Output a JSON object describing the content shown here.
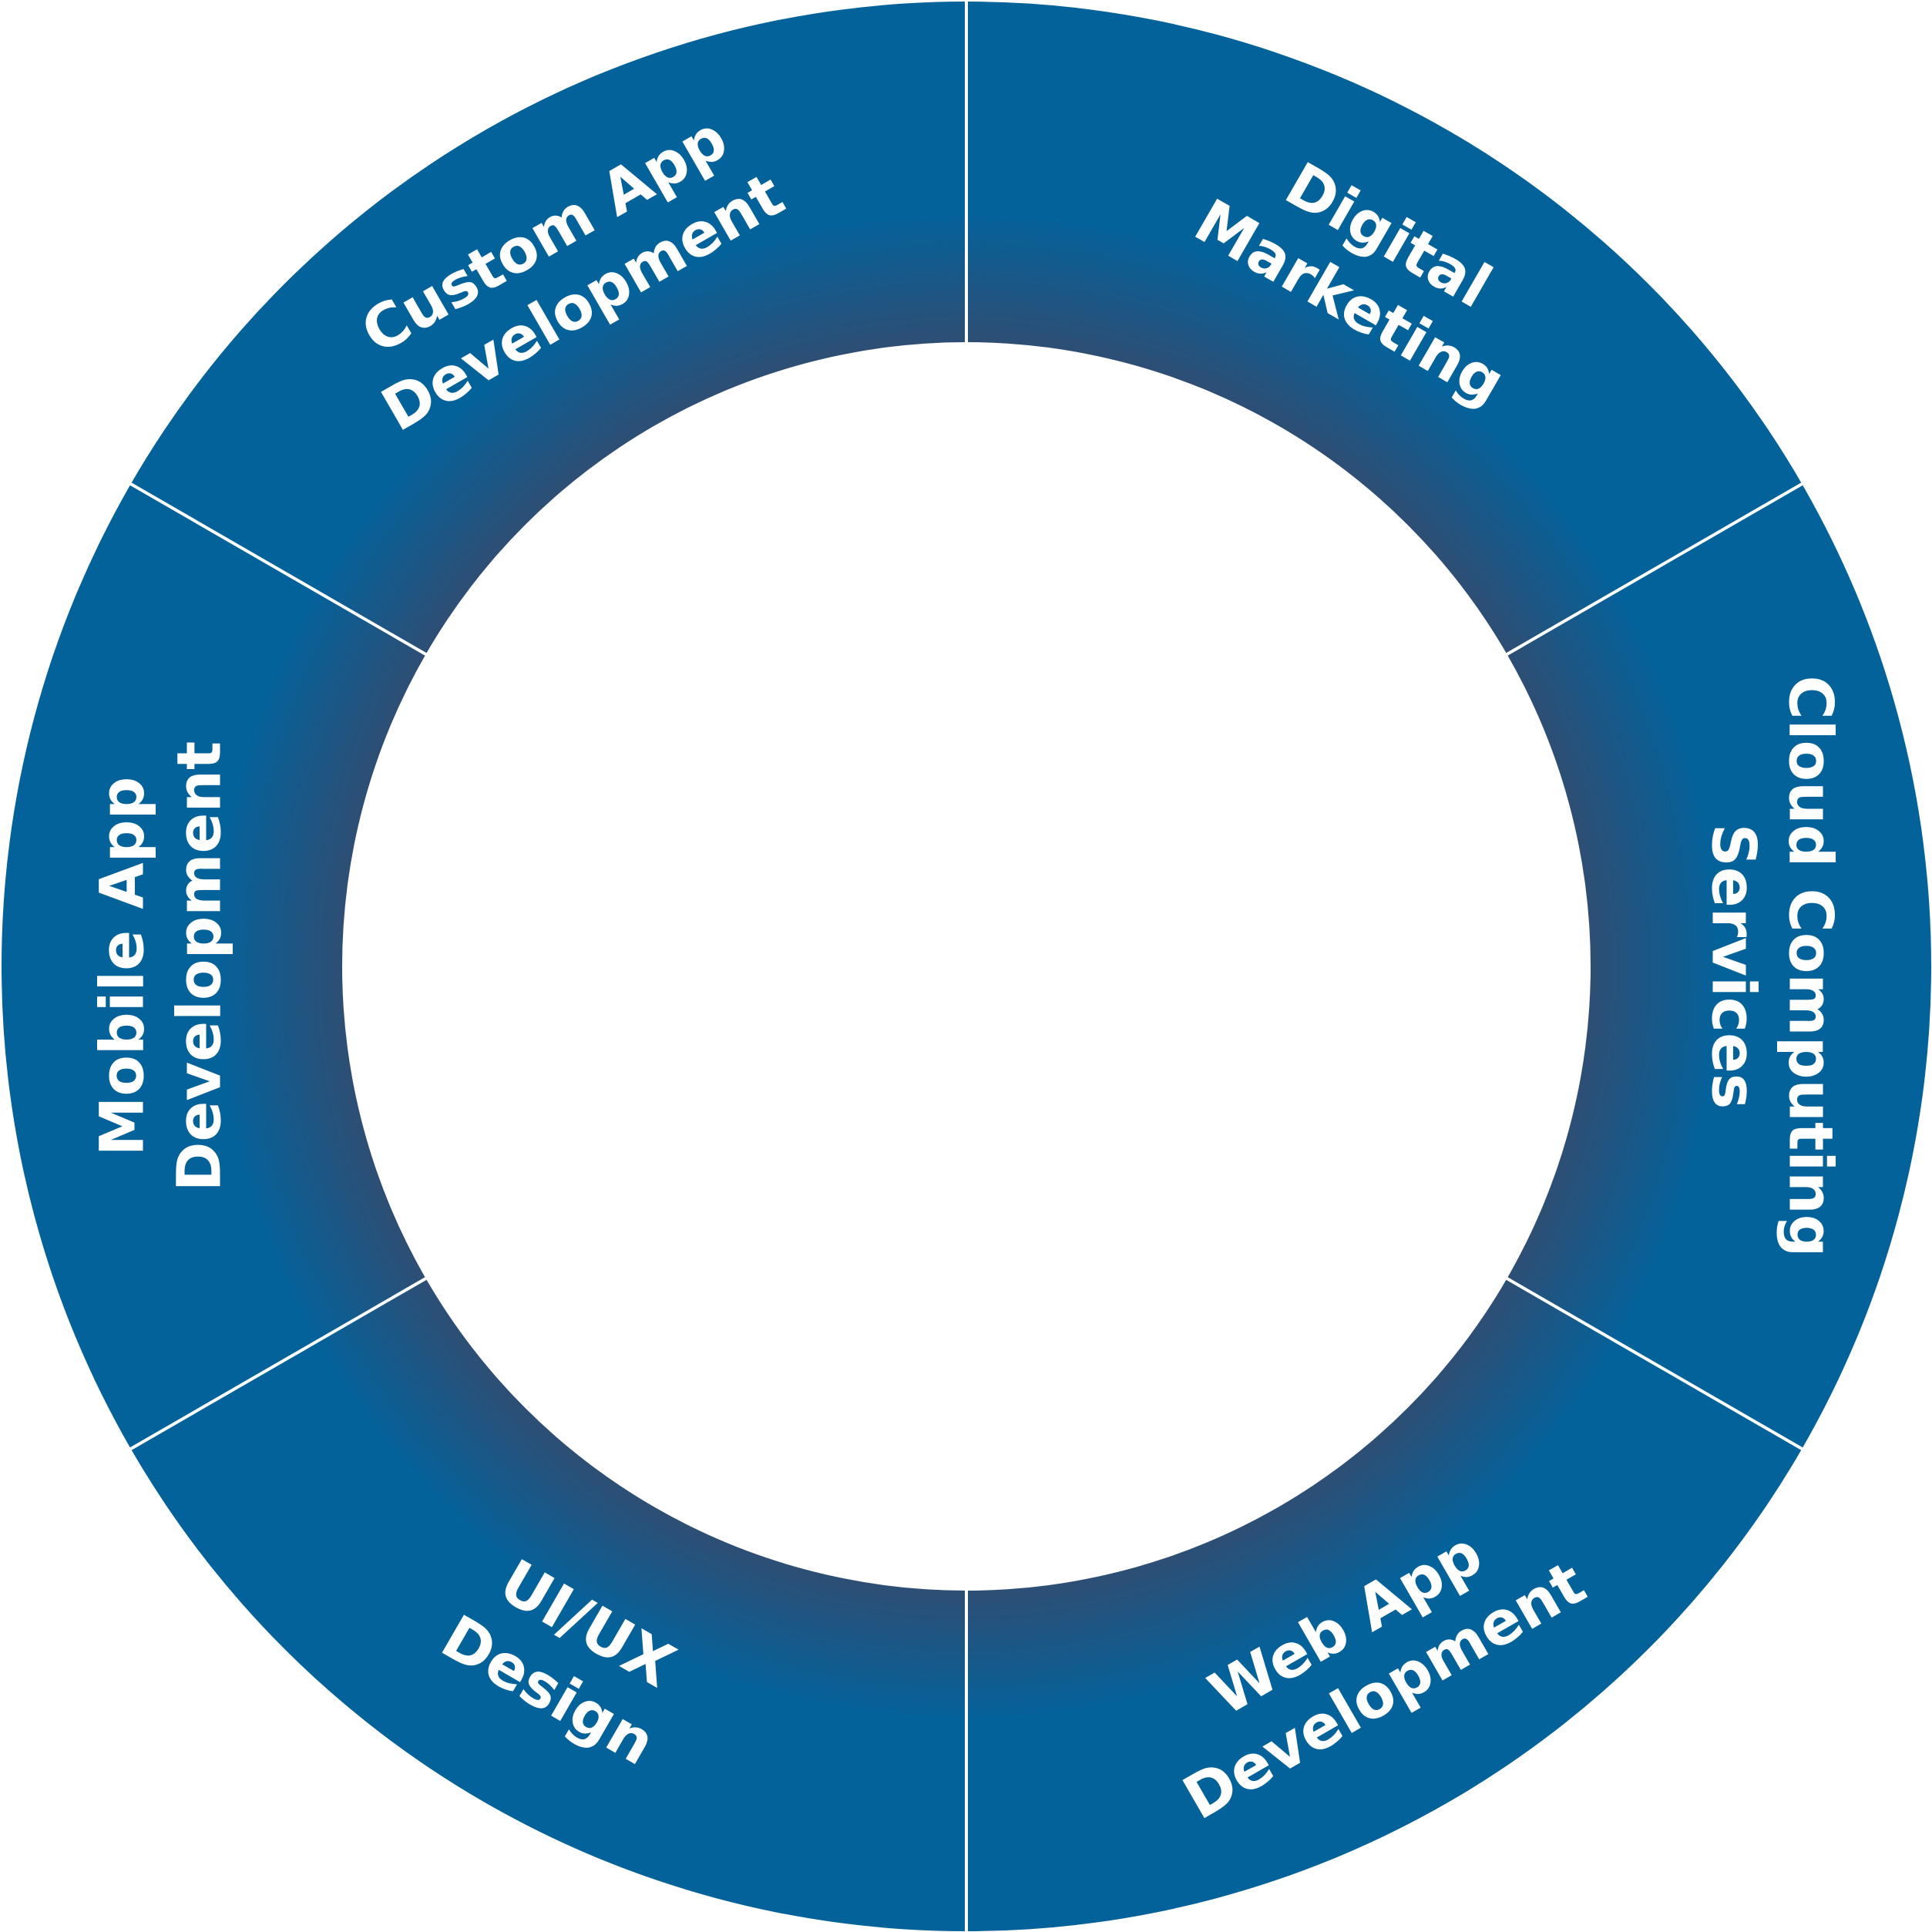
{
  "diagram": {
    "type": "ring",
    "colors": {
      "segment": "#04629B",
      "inner_shadow": "#2E4E74",
      "divider": "#FFFFFF",
      "label": "#FFFFFF",
      "background": "#FFFFFF"
    },
    "segments": [
      {
        "id": "mobile",
        "line1": "Mobile App",
        "line2": "Development"
      },
      {
        "id": "custom",
        "line1": "Custom App",
        "line2": "Development"
      },
      {
        "id": "digital",
        "line1": "Digital",
        "line2": "Marketing"
      },
      {
        "id": "cloud",
        "line1": "Cloud Computing",
        "line2": "Services"
      },
      {
        "id": "web",
        "line1": "Web App",
        "line2": "Development"
      },
      {
        "id": "uiux",
        "line1": "UI/UX",
        "line2": "Design"
      }
    ]
  }
}
